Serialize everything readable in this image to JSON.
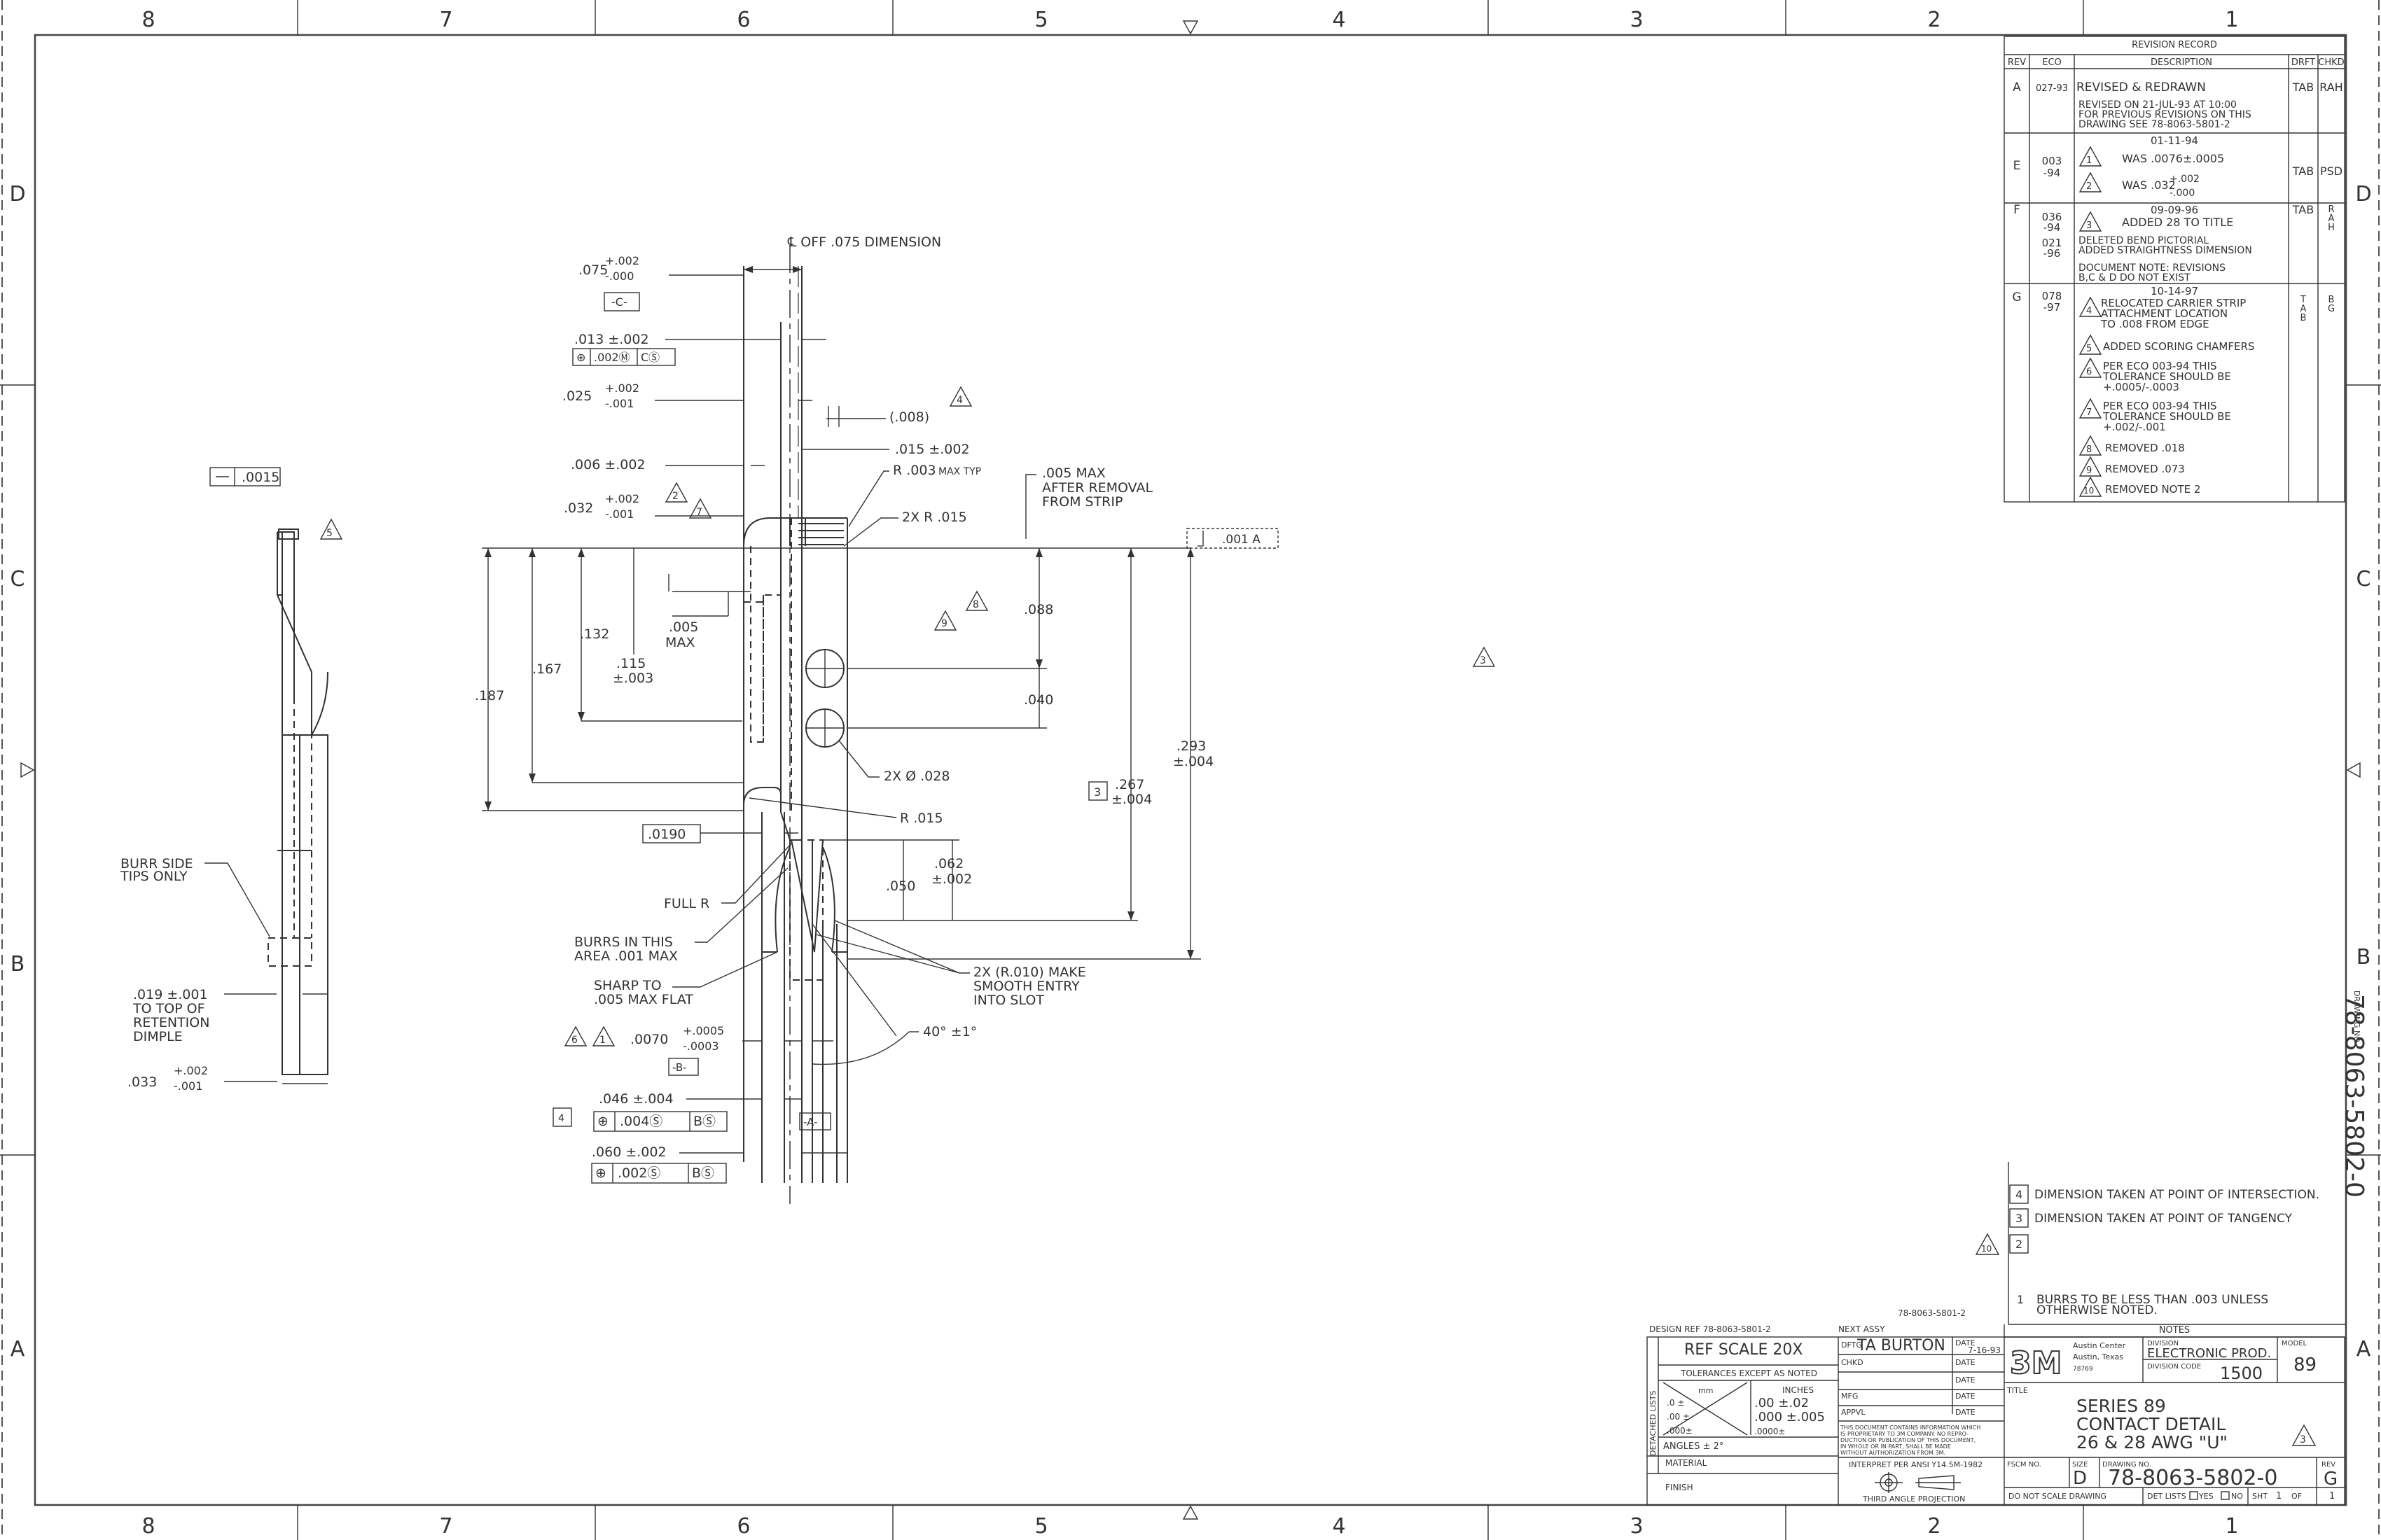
{
  "zones": {
    "columns": [
      "8",
      "7",
      "6",
      "5",
      "4",
      "3",
      "2",
      "1"
    ],
    "rows": [
      "D",
      "C",
      "B",
      "A"
    ]
  },
  "detail_view": {
    "flatness": ".0015",
    "note5": "5",
    "burr_note": [
      "BURR SIDE",
      "TIPS ONLY"
    ],
    "dim_019": [
      ".019 ±.001",
      "TO TOP OF",
      "RETENTION",
      "DIMPLE"
    ],
    "dim_033_base": ".033",
    "dim_033_tol": [
      "+.002",
      "-.001"
    ]
  },
  "main_view": {
    "centerline_note": "℄  OFF .075 DIMENSION",
    "d075": ".075",
    "d075_tol": [
      "+.002",
      "-.000"
    ],
    "datum_c": "-C-",
    "d013": ".013 ±.002",
    "fcf_013": [
      "⊕",
      ".002Ⓜ",
      "CⓈ"
    ],
    "d025": ".025",
    "d025_tol": [
      "+.002",
      "-.001"
    ],
    "d008": "(.008)",
    "rev4": "4",
    "d015": ".015 ±.002",
    "d006": ".006 ±.002",
    "r003": "R .003",
    "r003_note": "MAX TYP",
    "d005max": [
      ".005 MAX",
      "AFTER REMOVAL",
      "FROM STRIP"
    ],
    "d032": ".032",
    "d032_tol": [
      "+.002",
      "-.001"
    ],
    "rev2": "2",
    "rev7": "7",
    "r015_2x": "2X R .015",
    "flat_001": ".001  A",
    "d132": ".132",
    "d167": ".167",
    "d187": ".187",
    "d005": [
      ".005",
      "MAX"
    ],
    "d115": [
      ".115",
      "±.003"
    ],
    "rev9": "9",
    "rev8": "8",
    "d088": ".088",
    "d040": ".040",
    "d293": [
      ".293",
      "±.004"
    ],
    "d267": [
      ".267",
      "±.004"
    ],
    "box3": "3",
    "hole": "2X  Ø  .028",
    "d0190": ".0190",
    "r015": "R .015",
    "d050": ".050",
    "d062": [
      ".062",
      "±.002"
    ],
    "full_r": "FULL R",
    "burrs": [
      "BURRS IN THIS",
      "AREA .001 MAX"
    ],
    "sharp": [
      "SHARP TO",
      ".005 MAX FLAT"
    ],
    "r010": [
      "2X (R.010) MAKE",
      "SMOOTH ENTRY",
      "INTO SLOT"
    ],
    "angle": "40° ±1°",
    "rev6": "6",
    "rev1": "1",
    "d0070": ".0070",
    "d0070_tol": [
      "+.0005",
      "-.0003"
    ],
    "datum_b": "-B-",
    "d046": ".046 ±.004",
    "box4": "4",
    "fcf_046": [
      "⊕",
      ".004Ⓢ",
      "BⓈ"
    ],
    "datum_a": "-A-",
    "d060": ".060 ±.002",
    "fcf_060": [
      "⊕",
      ".002Ⓢ",
      "BⓈ"
    ],
    "rev3_center": "3"
  },
  "revision_record": {
    "title": "REVISION RECORD",
    "headers": [
      "REV",
      "ECO",
      "DESCRIPTION",
      "DRFT",
      "CHKD"
    ],
    "rowA": {
      "rev": "A",
      "eco": "027-93",
      "desc": "REVISED & REDRAWN",
      "desc2": [
        "REVISED ON 21-JUL-93 AT 10:00",
        "FOR PREVIOUS REVISIONS ON THIS",
        "DRAWING SEE 78-8063-5801-2"
      ],
      "drft": "TAB",
      "chkd": "RAH"
    },
    "rowE": {
      "rev": "E",
      "eco": [
        "003",
        "-94"
      ],
      "date": "01-11-94",
      "n1": "1",
      "t1": "WAS .0076±.0005",
      "n2": "2",
      "t2": "WAS .032",
      "t2tol": [
        "+.002",
        "-.000"
      ],
      "drft": "TAB",
      "chkd": "PSD"
    },
    "rowF": {
      "rev": "F",
      "eco": [
        "036",
        "-94",
        "021",
        "-96"
      ],
      "date": "09-09-96",
      "n3": "3",
      "t3": "ADDED 28 TO TITLE",
      "t4": [
        "DELETED BEND PICTORIAL",
        "ADDED STRAIGHTNESS DIMENSION"
      ],
      "t5": [
        "DOCUMENT NOTE: REVISIONS",
        "B,C & D DO NOT EXIST"
      ],
      "drft": "TAB",
      "chkd": [
        "R",
        "A",
        "H"
      ]
    },
    "rowG": {
      "rev": "G",
      "eco": [
        "078",
        "-97"
      ],
      "date": "10-14-97",
      "items": [
        {
          "n": "4",
          "lines": [
            "RELOCATED CARRIER STRIP",
            "ATTACHMENT LOCATION",
            "TO .008 FROM EDGE"
          ]
        },
        {
          "n": "5",
          "lines": [
            "ADDED SCORING CHAMFERS"
          ]
        },
        {
          "n": "6",
          "lines": [
            "PER ECO 003-94 THIS",
            "TOLERANCE SHOULD BE",
            "+.0005/-.0003"
          ]
        },
        {
          "n": "7",
          "lines": [
            "PER ECO 003-94 THIS",
            "TOLERANCE SHOULD BE",
            "+.002/-.001"
          ]
        },
        {
          "n": "8",
          "lines": [
            "REMOVED .018"
          ]
        },
        {
          "n": "9",
          "lines": [
            "REMOVED .073"
          ]
        },
        {
          "n": "10",
          "lines": [
            "REMOVED NOTE 2"
          ]
        }
      ],
      "drft": [
        "T",
        "A",
        "B"
      ],
      "chkd": [
        "B",
        "G"
      ]
    }
  },
  "notes": {
    "items": [
      {
        "n": "4",
        "text": "DIMENSION TAKEN AT POINT OF INTERSECTION."
      },
      {
        "n": "3",
        "text": "DIMENSION TAKEN AT POINT OF TANGENCY"
      },
      {
        "n": "2",
        "text": ""
      },
      {
        "n": "1",
        "text": "BURRS TO BE LESS THAN .003 UNLESS"
      }
    ],
    "note1_line2": "OTHERWISE NOTED.",
    "rev10": "10",
    "label": "NOTES"
  },
  "title_block": {
    "design_ref": "DESIGN REF  78-8063-5801-2",
    "next_assy": "NEXT ASSY",
    "next_assy_ref": "78-8063-5801-2",
    "scale": "REF SCALE 20X",
    "tol_header": "TOLERANCES EXCEPT AS NOTED",
    "mm": "mm",
    "inches": "INCHES",
    "tol_rows": [
      ".0  ±",
      ".00  ±",
      ".000±"
    ],
    "tol_in": [
      ".00  ±.02",
      ".000 ±.005",
      ".0000±"
    ],
    "angles": "ANGLES ± 2°",
    "detached": "DETACHED LISTS",
    "material": "MATERIAL",
    "finish": "FINISH",
    "dftg": "DFTG",
    "dftg_name": "TA BURTON",
    "date_lbl": "DATE",
    "dftg_date": "7-16-93",
    "chkd": "CHKD",
    "mfg": "MFG",
    "appvl": "APPVL",
    "prop": [
      "THIS DOCUMENT CONTAINS INFORMATION WHICH",
      "IS PROPRIETARY TO 3M COMPANY.  NO REPRO-",
      "DUCTION OR PUBLICATION OF THIS DOCUMENT,",
      "IN WHOLE OR IN PART, SHALL BE MADE",
      "WITHOUT AUTHORIZATION FROM 3M."
    ],
    "interpret": "INTERPRET PER ANSI Y14.5M-1982",
    "third_angle": "THIRD ANGLE PROJECTION",
    "logo": "3M",
    "company": [
      "Austin Center",
      "Austin, Texas",
      "78769"
    ],
    "division_lbl": "DIVISION",
    "division": "ELECTRONIC PROD.",
    "division_code_lbl": "DIVISION CODE",
    "division_code": "1500",
    "model_lbl": "MODEL",
    "model": "89",
    "title_lbl": "TITLE",
    "title": [
      "SERIES 89",
      "CONTACT DETAIL",
      "26 & 28 AWG \"U\""
    ],
    "title_rev": "3",
    "fscm_lbl": "FSCM NO.",
    "size_lbl": "SIZE",
    "size": "D",
    "drawing_no_lbl": "DRAWING NO.",
    "drawing_no": "78-8063-5802-0",
    "rev_lbl": "REV",
    "rev": "G",
    "bottom": [
      "DO NOT SCALE DRAWING",
      "DET LISTS",
      "YES",
      "NO",
      "SHT",
      "1",
      "OF",
      "1"
    ],
    "side_no_lbl": "DRAWING NO.",
    "side_no": "78-8063-5802-0"
  }
}
